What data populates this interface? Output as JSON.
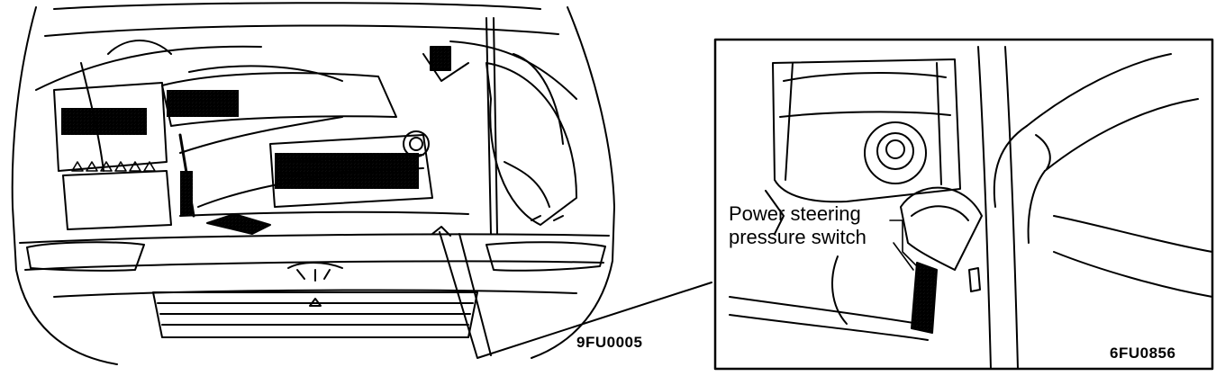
{
  "callout": {
    "line1": "Power steering",
    "line2": "pressure switch"
  },
  "codes": {
    "left": "9FU0005",
    "right": "6FU0856"
  }
}
